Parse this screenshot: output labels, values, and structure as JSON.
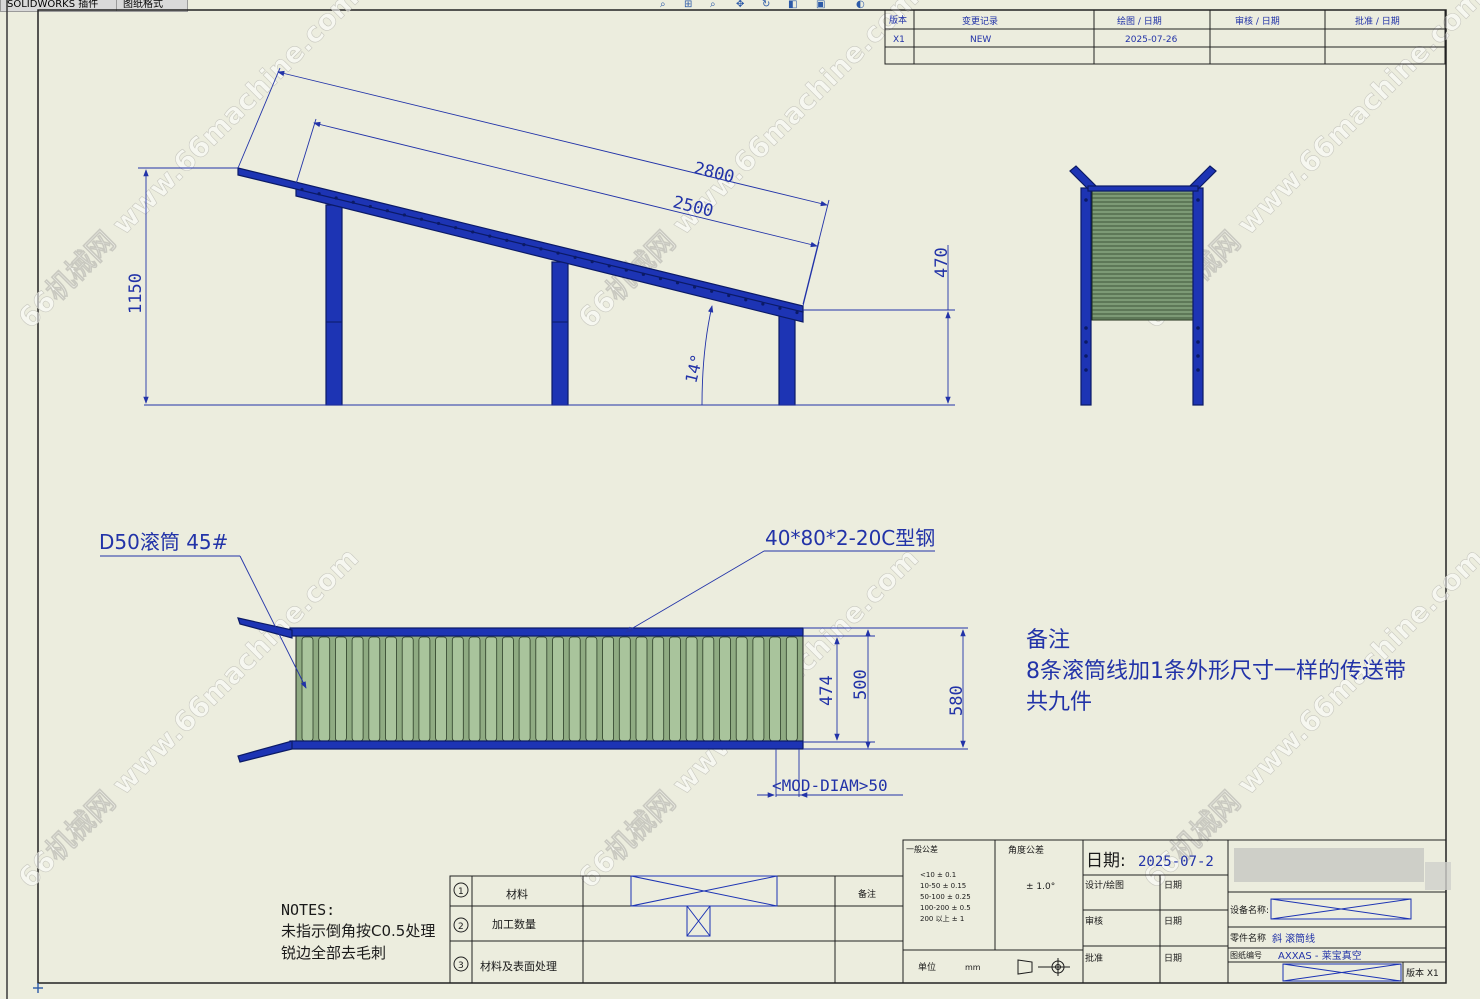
{
  "app": {
    "tabs": [
      "SOLIDWORKS 插件",
      "图纸格式"
    ],
    "toolbar_icons": [
      "zoom-to-fit-icon",
      "zoom-area-icon",
      "zoom-icon",
      "pan-icon",
      "rotate-icon",
      "display-style-icon",
      "view-orientation-icon",
      "hide-show-icon"
    ]
  },
  "revision_table": {
    "headers": [
      "版本",
      "变更记录",
      "绘图 / 日期",
      "审核 / 日期",
      "批准 / 日期"
    ],
    "rows": [
      [
        "X1",
        "NEW",
        "2025-07-26",
        "",
        ""
      ]
    ]
  },
  "dimensions": {
    "length_outer": "2800",
    "length_inner": "2500",
    "height_left": "1150",
    "height_right": "470",
    "angle": "14°",
    "width_inner": "474",
    "width_roller": "500",
    "width_outer": "580",
    "roller_diam": "<MOD-DIAM>50"
  },
  "annotations": {
    "roller_note": "D50滚筒  45#",
    "steel_note": "40*80*2-20C型钢",
    "remark_title": "备注",
    "remark_line1": "8条滚筒线加1条外形尺寸一样的传送带",
    "remark_line2": "共九件"
  },
  "watermark": "66机械网 www.66machine.com",
  "notes": {
    "title": "NOTES:",
    "line1": "未指示倒角按C0.5处理",
    "line2": "锐边全部去毛刺"
  },
  "title_block": {
    "row1_label": "材料",
    "row2_label": "加工数量",
    "row3_label": "材料及表面处理",
    "row1_num": "1",
    "row2_num": "2",
    "row3_num": "3",
    "remark_col": "备注",
    "general_tol_title": "一般公差",
    "general_tol_lines": [
      "<10  ± 0.1",
      "10-50  ± 0.15",
      "50-100  ± 0.25",
      "100-200  ± 0.5",
      "200 以上  ± 1"
    ],
    "angle_tol_title": "角度公差",
    "angle_tol_value": "± 1.0°",
    "unit_label": "单位",
    "unit_value": "mm",
    "date_label": "日期:",
    "date_value": "2025-07-2",
    "designer_label": "设计/绘图",
    "reviewer_label": "审核",
    "approver_label": "批准",
    "date_small": "日期",
    "equipment_label": "设备名称:",
    "part_name_label": "零件名称",
    "part_name_value": "斜  滚筒线",
    "drawing_no_label": "图纸编号",
    "drawing_no_value": "AXXAS - 莱宝真空",
    "version_label": "版本 X1"
  }
}
